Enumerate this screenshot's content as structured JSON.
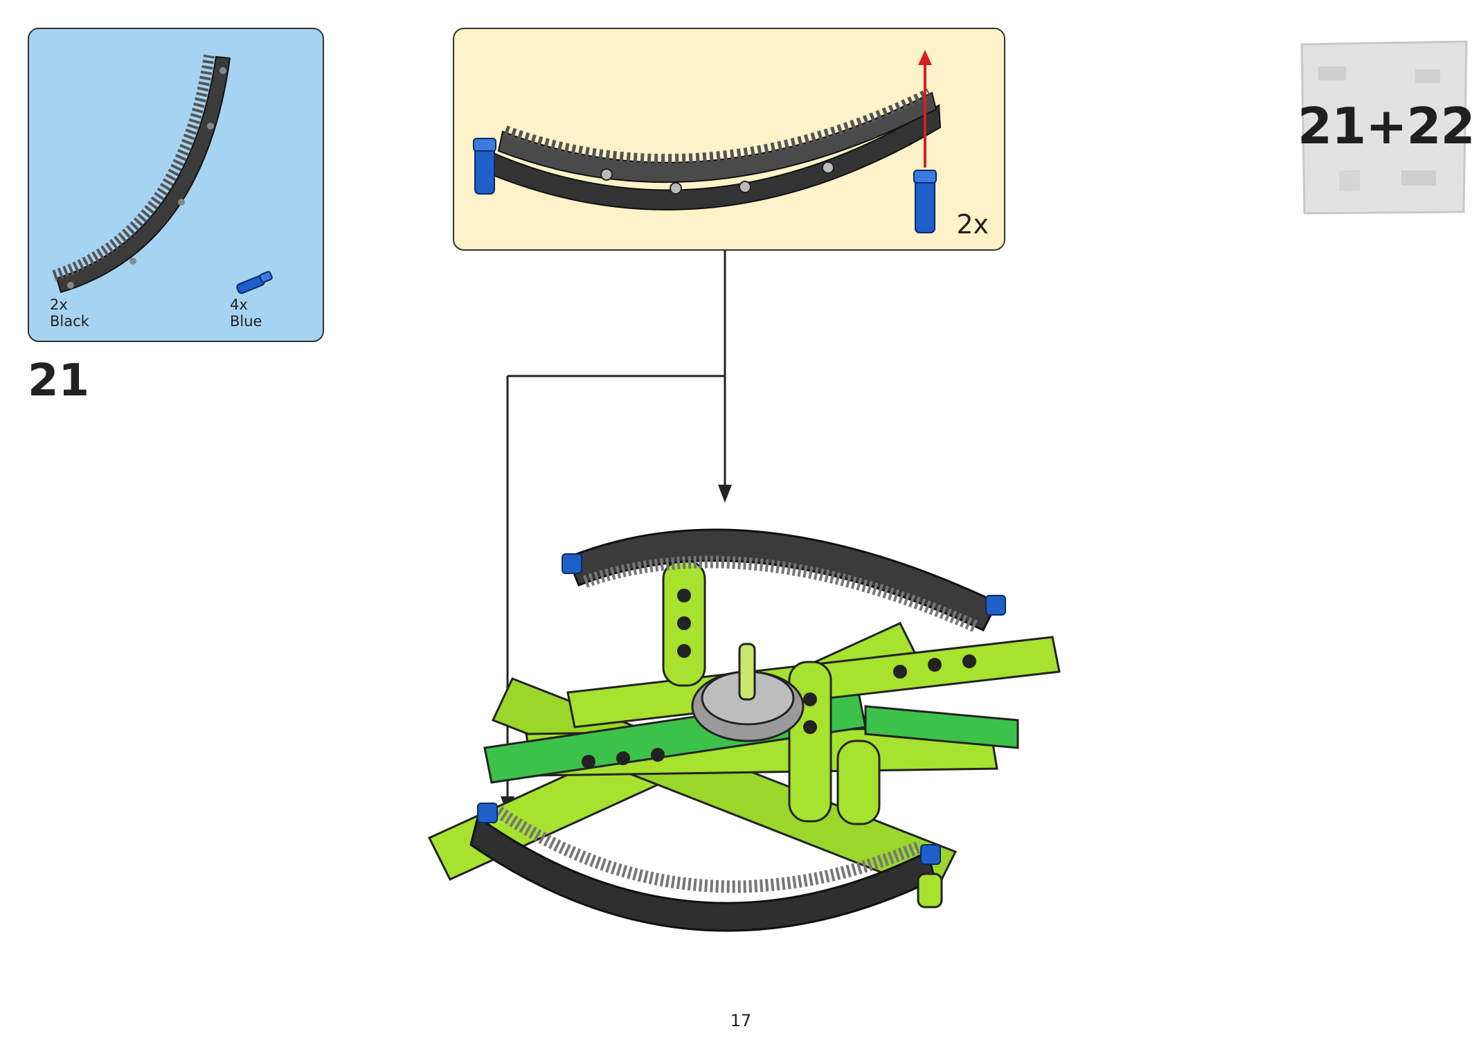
{
  "parts_list": {
    "items": [
      {
        "quantity": "2x",
        "color": "Black",
        "part": "curved-gear-rack"
      },
      {
        "quantity": "4x",
        "color": "Blue",
        "part": "axle-pin"
      }
    ]
  },
  "step": {
    "number": "21"
  },
  "submodel": {
    "quantity": "2x"
  },
  "bag": {
    "label": "21+22"
  },
  "page": {
    "number": "17"
  },
  "colors": {
    "parts_bg": "#a6d3f2",
    "submodel_bg": "#fdf2c8",
    "lime": "#a6e22e",
    "dark_gray": "#3b3b3b",
    "blue_pin": "#1f5fc8",
    "arrow_red": "#d42020"
  }
}
